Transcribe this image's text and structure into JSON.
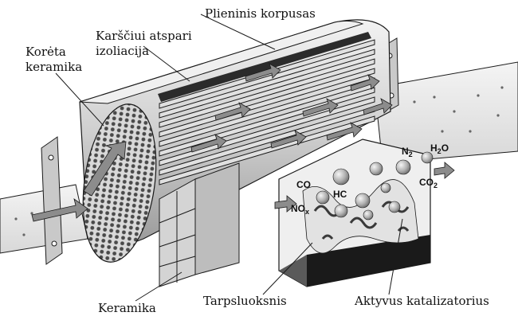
{
  "labels": {
    "steel_housing": "Plieninis korpusas",
    "insulation_line1": "Karščiui atspari",
    "insulation_line2": "izoliacija",
    "cordierite_line1": "Korėta",
    "cordierite_line2": "keramika",
    "ceramic": "Keramika",
    "washcoat": "Tarpsluoksnis",
    "active_catalyst": "Aktyvus katalizatorius"
  },
  "chemistry": {
    "co": "CO",
    "hc": "HC",
    "no_main": "NO",
    "no_sub": "x",
    "co2_main": "CO",
    "co2_sub": "2",
    "n2_main": "N",
    "n2_sub": "2",
    "h2o_main": "H",
    "h2o_sub": "2",
    "h2o_tail": "O"
  },
  "colors": {
    "outline": "#1a1a1a",
    "metal_light": "#e6e6e6",
    "metal_mid": "#bdbdbd",
    "metal_dark": "#7a7a7a",
    "arrow": "#8c8c8c",
    "sphere": "#b5b5b5"
  }
}
